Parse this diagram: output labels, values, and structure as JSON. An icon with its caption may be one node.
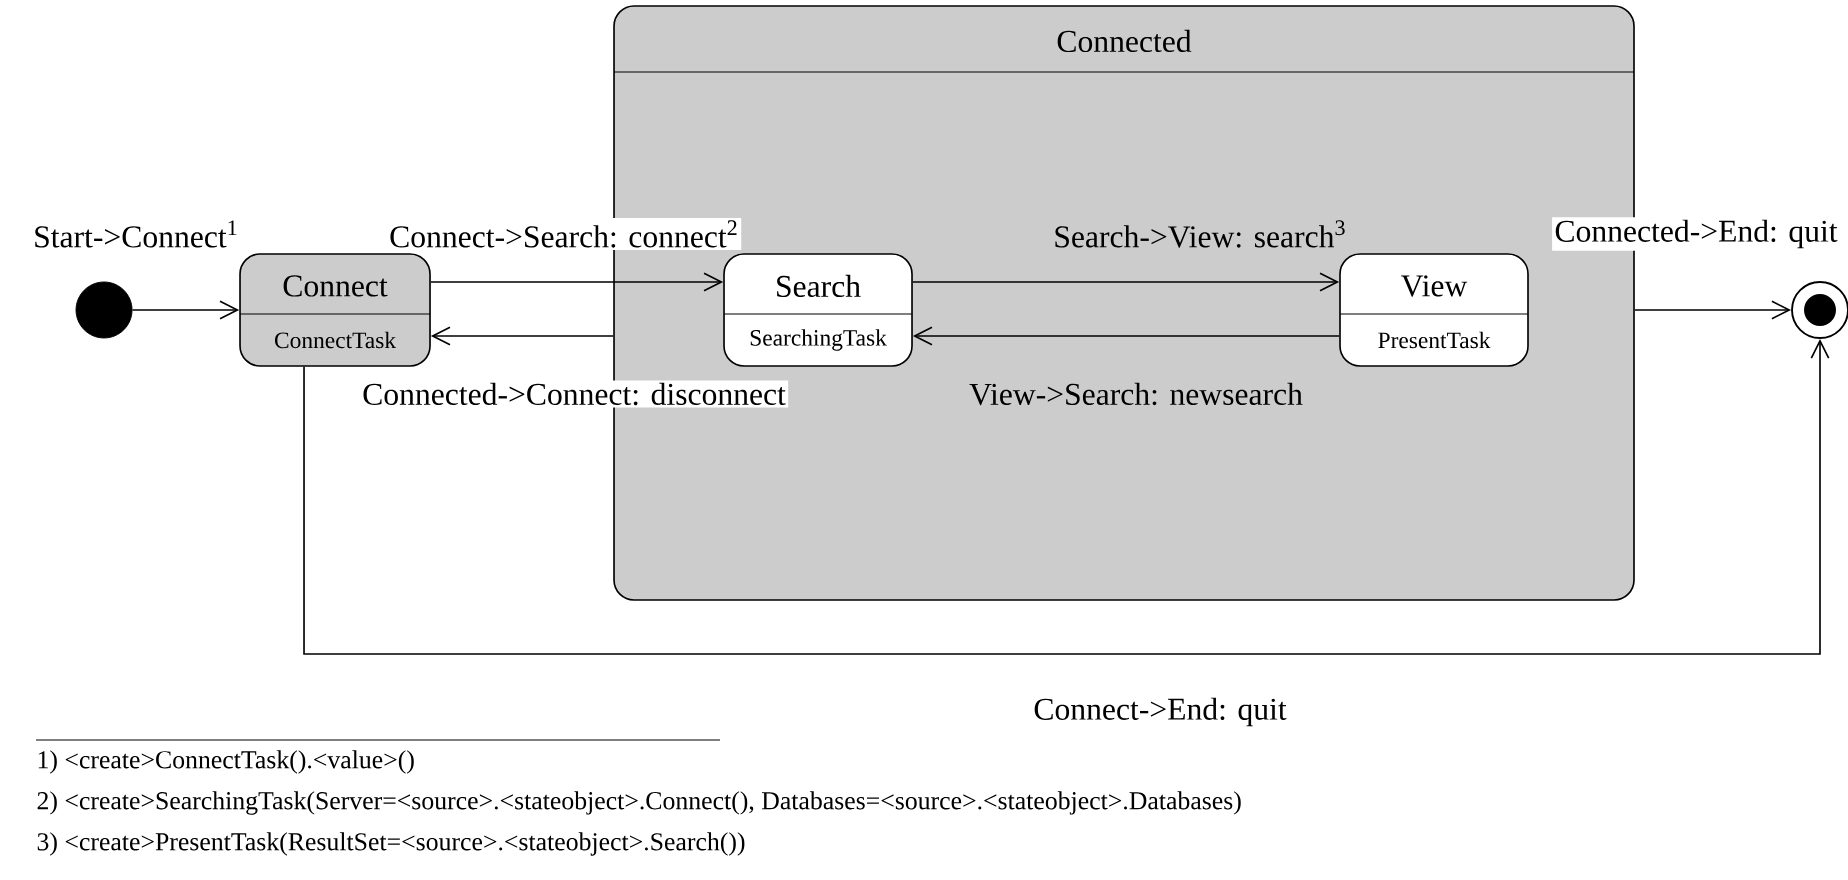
{
  "diagram": {
    "nodes": [
      {
        "text": [],
        "shape": "circle"
      },
      {
        "text": [
          "Connect",
          "ConnectTask"
        ]
      },
      {
        "text": [
          "Connected"
        ]
      },
      {
        "text": [
          "Search",
          "SearchingTask"
        ],
        "in": 2
      },
      {
        "text": [
          "View",
          "PresentTask"
        ],
        "in": 2
      },
      {
        "text": [],
        "shape": "circle"
      }
    ],
    "edges": [
      {
        "from": 0,
        "to": 1,
        "arrow": "to",
        "label": "Start->Connect$^{1}$"
      },
      {
        "from": 1,
        "to": 3,
        "arrow": "to",
        "label": "Connect->Search: connect$^{2}$"
      },
      {
        "from": 2,
        "to": 1,
        "arrow": "to",
        "label": "Connected->Connect: disconnect"
      },
      {
        "from": 3,
        "to": 4,
        "arrow": "to",
        "label": "Search->View: search$^{3}$"
      },
      {
        "from": 4,
        "to": 3,
        "arrow": "to",
        "label": "View->Search: newsearch"
      },
      {
        "from": 2,
        "to": 5,
        "arrow": "to",
        "label": "Connected->End: quit"
      },
      {
        "from": 1,
        "to": 5,
        "arrow": "to",
        "label": "Connect->End: quit"
      }
    ],
    "labels": [
      "1) <create>ConnectTask().<value>()",
      "2) <create>SearchingTask(Server=<source>.<stateobject>.Connect(), Databases=<source>.<stateobject>.Databases)",
      "3) <create>PresentTask(ResultSet=<source>.<stateobject>.Search())"
    ]
  }
}
